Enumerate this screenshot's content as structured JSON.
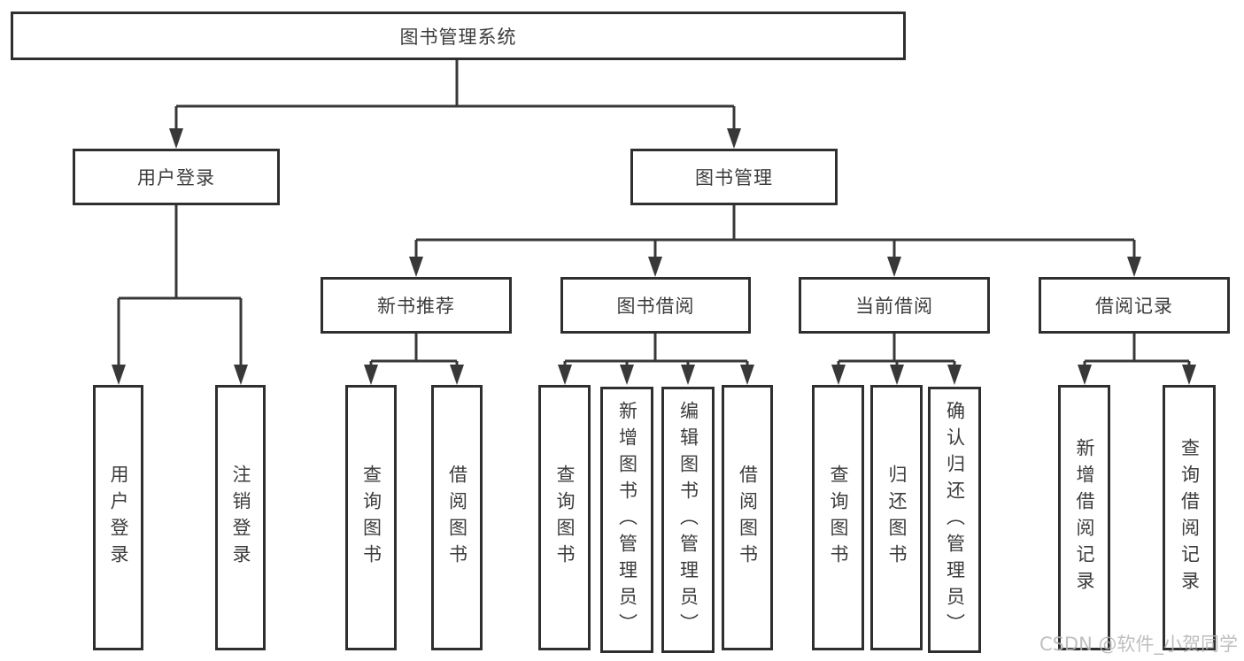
{
  "diagram": {
    "root": "图书管理系统",
    "level2": {
      "user_login": "用户登录",
      "book_management": "图书管理"
    },
    "level3": {
      "new_book": "新书推荐",
      "book_borrow": "图书借阅",
      "current_borrow": "当前借阅",
      "borrow_records": "借阅记录"
    },
    "leaves": {
      "user_login": [
        "用户登录",
        "注销登录"
      ],
      "new_book": [
        "查询图书",
        "借阅图书"
      ],
      "book_borrow": [
        "查询图书",
        "新增图书（管理员）",
        "编辑图书（管理员）",
        "借阅图书"
      ],
      "current_borrow": [
        "查询图书",
        "归还图书",
        "确认归还（管理员）"
      ],
      "borrow_records": [
        "新增借阅记录",
        "查询借阅记录"
      ]
    },
    "watermark": "CSDN @软件_小贺同学",
    "colors": {
      "line": "#383838",
      "box_border": "#2f2f2f",
      "text": "#3c3c3c",
      "background": "#ffffff",
      "watermark": "#b5b5b5"
    }
  }
}
